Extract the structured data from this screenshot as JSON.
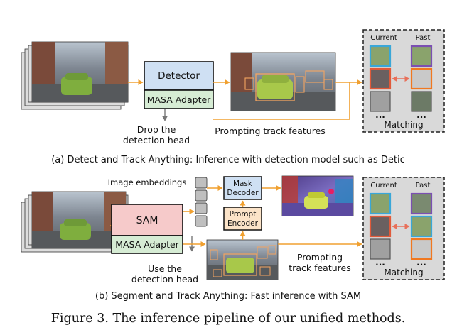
{
  "colors": {
    "flow_arrow": "#f0a030",
    "gray_arrow": "#777777",
    "match_arrow": "#e8705a",
    "detector_box": "#cfe0f3",
    "adapter_box": "#d6ecd4",
    "sam_box": "#f6caca",
    "mask_decoder_box": "#cfe0f3",
    "prompt_encoder_box": "#fbe3c8",
    "matching_panel": "#d9d9d9",
    "thumb_border_blue": "#3aa7d8",
    "thumb_border_purple": "#7b4fb2",
    "thumb_border_red": "#e05a3a",
    "thumb_border_orange": "#f07820"
  },
  "panel_a": {
    "detector_label": "Detector",
    "adapter_label": "MASA Adapter",
    "drop_label_line1": "Drop the",
    "drop_label_line2": "detection head",
    "prompting_label": "Prompting track features",
    "matching": {
      "current_label": "Current",
      "past_label": "Past",
      "ellipsis_left": "...",
      "ellipsis_right": "...",
      "matching_label": "Matching"
    },
    "caption": "(a) Detect and Track Anything: Inference with detection model such as Detic"
  },
  "panel_b": {
    "image_embeddings_label": "Image embeddings",
    "sam_label": "SAM",
    "adapter_label": "MASA Adapter",
    "mask_decoder_line1": "Mask",
    "mask_decoder_line2": "Decoder",
    "prompt_encoder_line1": "Prompt",
    "prompt_encoder_line2": "Encoder",
    "use_label_line1": "Use the",
    "use_label_line2": "detection head",
    "prompting_line1": "Prompting",
    "prompting_line2": "track features",
    "matching": {
      "current_label": "Current",
      "past_label": "Past",
      "ellipsis_left": "...",
      "ellipsis_right": "...",
      "matching_label": "Matching"
    },
    "caption": "(b) Segment and Track Anything: Fast inference with SAM"
  },
  "figure_caption": "Figure 3. The inference pipeline of our unified methods."
}
